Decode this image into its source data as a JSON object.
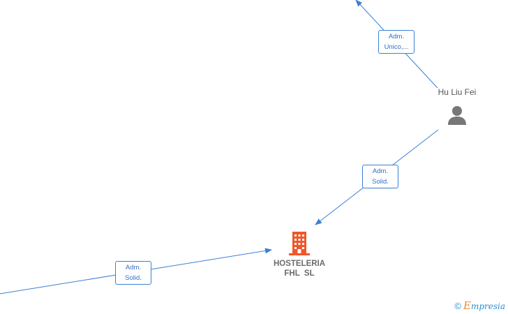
{
  "nodes": {
    "person": {
      "name": "Hu Liu Fei"
    },
    "company": {
      "name_line1": "HOSTELERIA",
      "name_line2": "FHL  SL"
    }
  },
  "edges": [
    {
      "label_line1": "Adm.",
      "label_line2": "Unico,..."
    },
    {
      "label_line1": "Adm.",
      "label_line2": "Solid."
    },
    {
      "label_line1": "Adm.",
      "label_line2": "Solid."
    }
  ],
  "watermark": {
    "copyright": "©",
    "brand_initial": "E",
    "brand_rest": "mpresia"
  },
  "colors": {
    "edge": "#3a7fd5",
    "company_icon": "#f0572a",
    "person_icon": "#777777"
  }
}
